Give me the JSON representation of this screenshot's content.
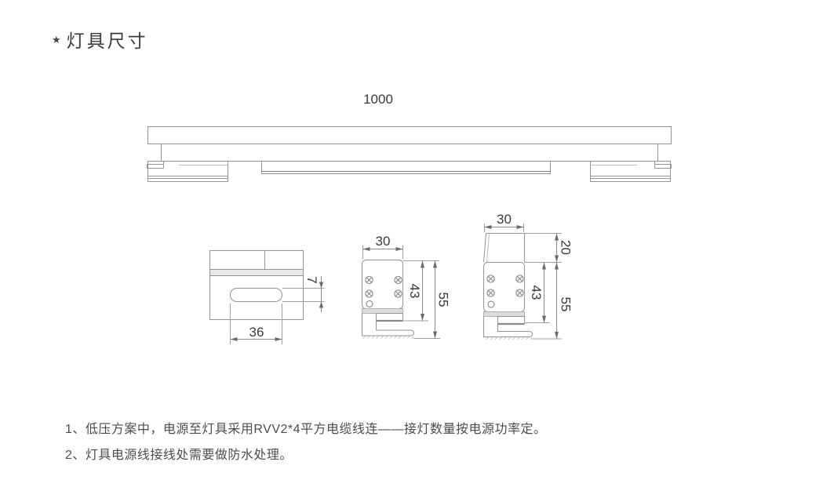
{
  "title": {
    "icon": "★",
    "text": "灯具尺寸"
  },
  "main_view": {
    "length": "1000"
  },
  "detail_views": {
    "slot_plate": {
      "slot_width": "36",
      "slot_height": "7"
    },
    "end_cap": {
      "width": "30",
      "body_height": "43",
      "total_height": "55"
    },
    "end_cap_with_clip": {
      "width": "30",
      "clip_height": "20",
      "body_height": "43",
      "total_height": "55"
    }
  },
  "notes": {
    "line1": "1、低压方案中，电源至灯具采用RVV2*4平方电缆线连——接灯数量按电源功率定。",
    "line2": "2、灯具电源线接线处需要做防水处理。"
  },
  "colors": {
    "background": "#ffffff",
    "drawing_line": "#949494",
    "dimension_text": "#3a3a3a",
    "title_text": "#3d3936",
    "note_text": "#4c4c4c",
    "shaded_band": "#dcdcdc"
  }
}
